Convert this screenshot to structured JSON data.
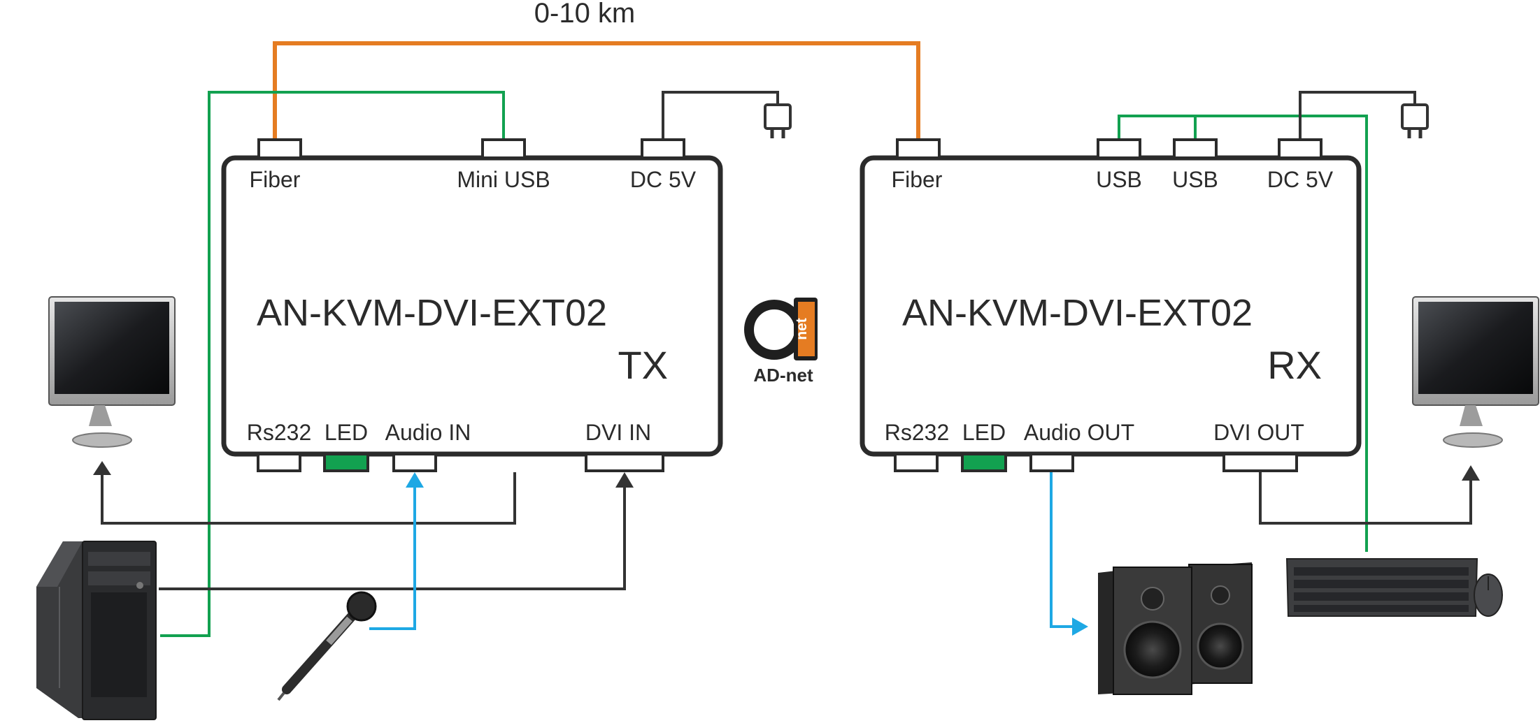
{
  "distance_label": "0-10 km",
  "colors": {
    "fiber": "#e57c22",
    "usb": "#12a150",
    "audio": "#1ea8e4",
    "video": "#333333",
    "led": "#12a150",
    "logo_accent": "#e57c22"
  },
  "tx": {
    "model": "AN-KVM-DVI-EXT02",
    "role": "TX",
    "top_ports": [
      "Fiber",
      "Mini USB",
      "DC 5V"
    ],
    "bottom_ports": [
      "Rs232",
      "LED",
      "Audio IN",
      "DVI IN"
    ]
  },
  "rx": {
    "model": "AN-KVM-DVI-EXT02",
    "role": "RX",
    "top_ports": [
      "Fiber",
      "USB",
      "USB",
      "DC 5V"
    ],
    "bottom_ports": [
      "Rs232",
      "LED",
      "Audio OUT",
      "DVI OUT"
    ]
  },
  "logo": {
    "accent_text": "net",
    "brand": "AD-net"
  },
  "icons": [
    "monitor-icon",
    "pc-tower-icon",
    "microphone-icon",
    "speakers-icon",
    "keyboard-icon",
    "mouse-icon",
    "power-plug-icon"
  ]
}
